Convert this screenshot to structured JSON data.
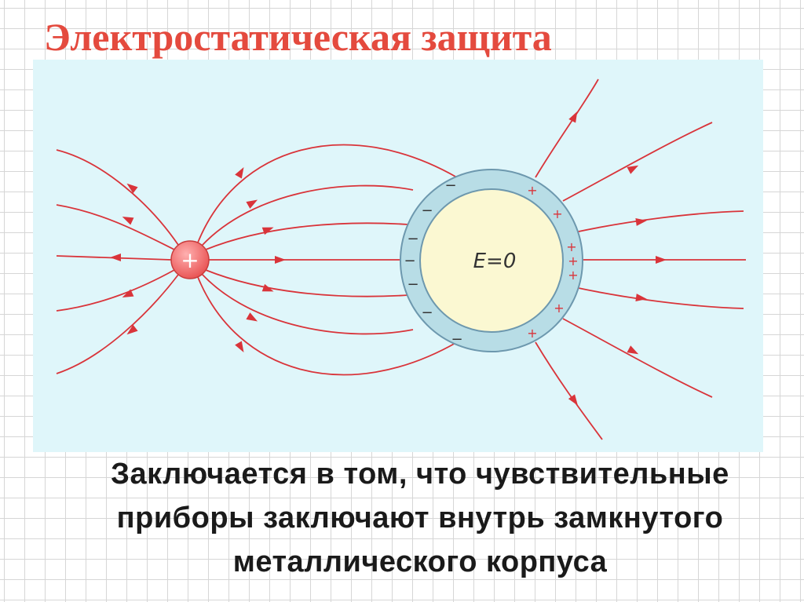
{
  "slide": {
    "title": "Электростатическая защита",
    "text_lines": [
      "Заключается в том, что чувствительные",
      "приборы заключают внутрь замкнутого",
      "металлического корпуса"
    ]
  },
  "diagram": {
    "charge_label": "+",
    "field_inside_label": "E=0",
    "induced_negative_symbol": "−",
    "induced_positive_symbol": "+",
    "colors": {
      "field_lines": "#d9343a",
      "charge_fill": "#f06464",
      "shell_fill": "#b8dde6",
      "shell_stroke": "#6d98ae",
      "cavity_fill": "#fbf8d2",
      "panel_background": "#dff6fa",
      "title": "#e44a3e"
    }
  }
}
